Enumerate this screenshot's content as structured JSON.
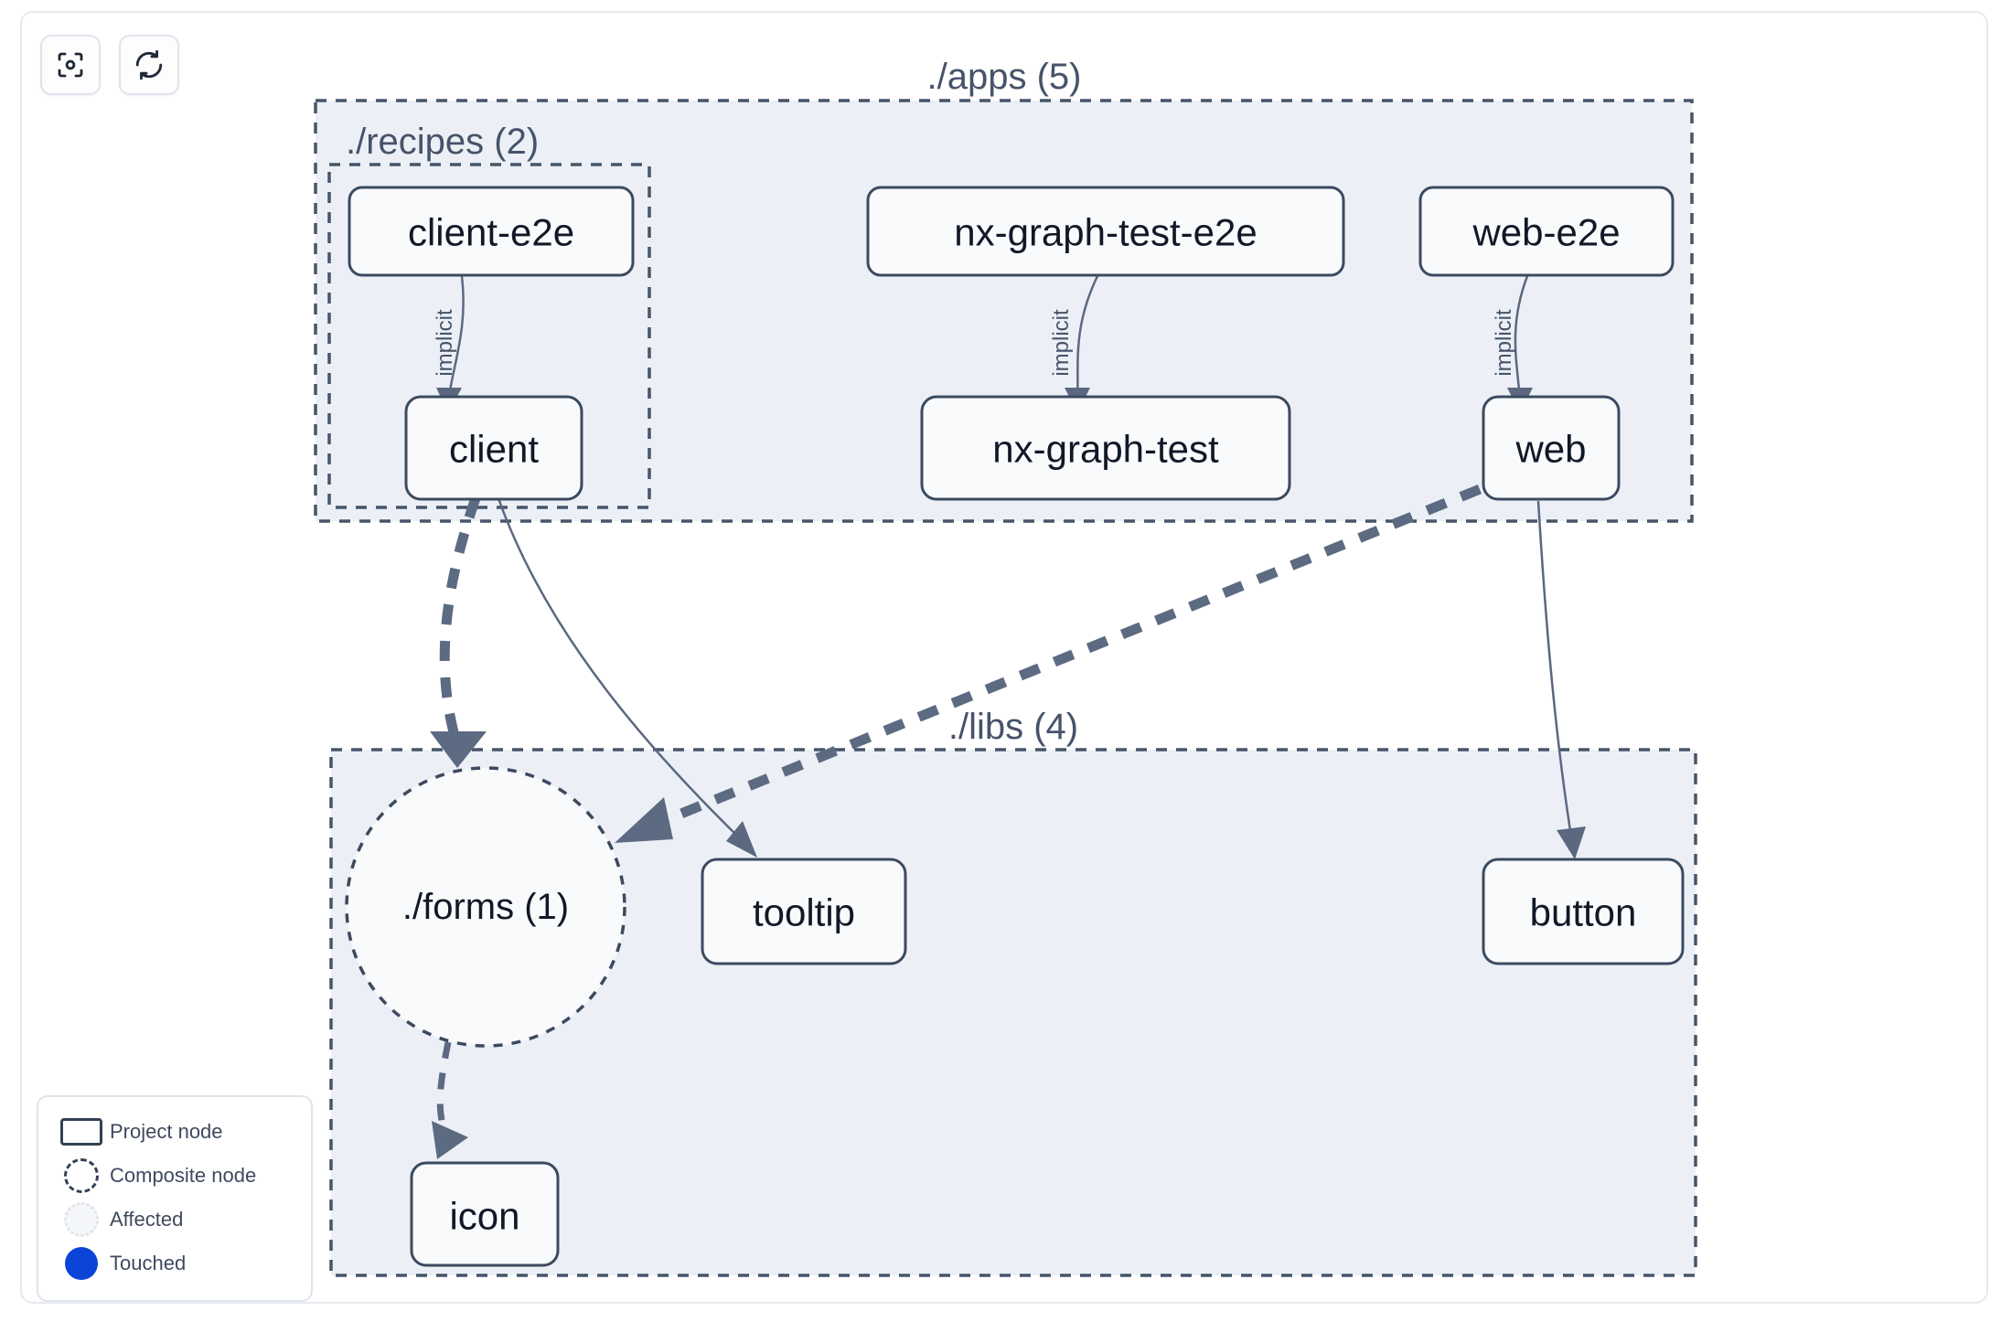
{
  "toolbar": {
    "buttons": [
      {
        "name": "focus-target-button",
        "icon": "focus-target-icon",
        "label": ""
      },
      {
        "name": "refresh-button",
        "icon": "refresh-icon",
        "label": ""
      }
    ]
  },
  "legend": {
    "items": [
      {
        "label": "Project node",
        "swatch": "project-node-swatch"
      },
      {
        "label": "Composite node",
        "swatch": "composite-node-swatch"
      },
      {
        "label": "Affected",
        "swatch": "affected-swatch"
      },
      {
        "label": "Touched",
        "swatch": "touched-swatch"
      }
    ],
    "touched_color": "#0b44d6"
  },
  "graph": {
    "groups": [
      {
        "id": "apps",
        "label": "./apps (5)",
        "count": 5
      },
      {
        "id": "recipes",
        "label": "./recipes (2)",
        "count": 2
      },
      {
        "id": "libs",
        "label": "./libs (4)",
        "count": 4
      }
    ],
    "nodes": [
      {
        "id": "client-e2e",
        "label": "client-e2e",
        "type": "project",
        "group": "recipes"
      },
      {
        "id": "client",
        "label": "client",
        "type": "project",
        "group": "recipes"
      },
      {
        "id": "nx-graph-test-e2e",
        "label": "nx-graph-test-e2e",
        "type": "project",
        "group": "apps"
      },
      {
        "id": "nx-graph-test",
        "label": "nx-graph-test",
        "type": "project",
        "group": "apps"
      },
      {
        "id": "web-e2e",
        "label": "web-e2e",
        "type": "project",
        "group": "apps"
      },
      {
        "id": "web",
        "label": "web",
        "type": "project",
        "group": "apps"
      },
      {
        "id": "forms",
        "label": "./forms (1)",
        "type": "composite",
        "group": "libs"
      },
      {
        "id": "tooltip",
        "label": "tooltip",
        "type": "project",
        "group": "libs"
      },
      {
        "id": "button",
        "label": "button",
        "type": "project",
        "group": "libs"
      },
      {
        "id": "icon",
        "label": "icon",
        "type": "project",
        "group": "libs"
      }
    ],
    "edges": [
      {
        "from": "client-e2e",
        "to": "client",
        "label": "implicit",
        "style": "thin"
      },
      {
        "from": "nx-graph-test-e2e",
        "to": "nx-graph-test",
        "label": "implicit",
        "style": "thin"
      },
      {
        "from": "web-e2e",
        "to": "web",
        "label": "implicit",
        "style": "thin"
      },
      {
        "from": "client",
        "to": "forms",
        "label": "",
        "style": "thick"
      },
      {
        "from": "client",
        "to": "tooltip",
        "label": "",
        "style": "thin"
      },
      {
        "from": "web",
        "to": "forms",
        "label": "",
        "style": "thick"
      },
      {
        "from": "web",
        "to": "button",
        "label": "",
        "style": "thin"
      },
      {
        "from": "forms",
        "to": "icon",
        "label": "",
        "style": "medium"
      }
    ],
    "colors": {
      "group_fill": "#ecf0f6",
      "group_stroke": "#475569",
      "node_fill": "#f8fafc",
      "node_stroke": "#3c4a60",
      "edge": "#5c6a82",
      "text": "#111827"
    }
  }
}
